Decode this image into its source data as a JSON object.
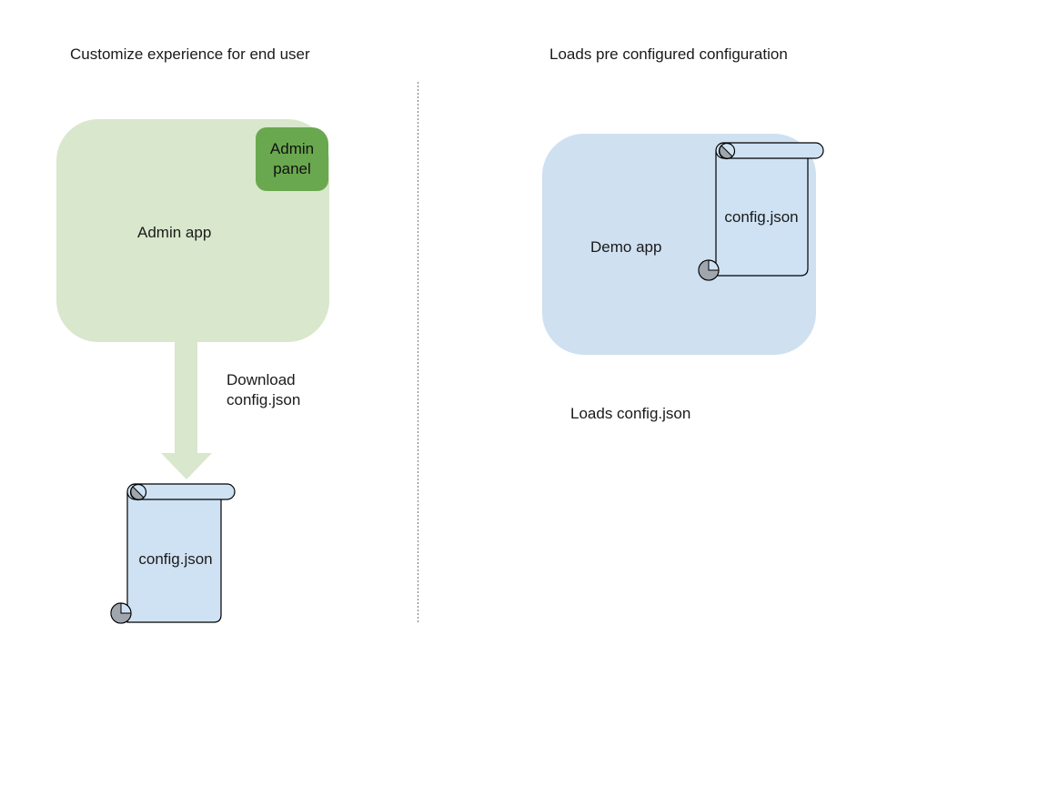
{
  "left": {
    "title": "Customize experience for end user",
    "admin_app_label": "Admin app",
    "admin_panel_label": "Admin panel",
    "download_label": "Download\nconfig.json",
    "config_file_label": "config.json"
  },
  "right": {
    "title": "Loads pre configured configuration",
    "demo_app_label": "Demo app",
    "config_file_label": "config.json",
    "caption": "Loads config.json"
  },
  "colors": {
    "app_green": "#d9e7cc",
    "panel_green": "#6aa84f",
    "arrow_green": "#d9e7cc",
    "app_blue": "#cfe0f1",
    "scroll_blue": "#cfe2f3",
    "curl_gray": "#9fa6ad",
    "outline_black": "#000000",
    "divider_gray": "#7a7a7a",
    "text_black": "#1a1a1a"
  }
}
